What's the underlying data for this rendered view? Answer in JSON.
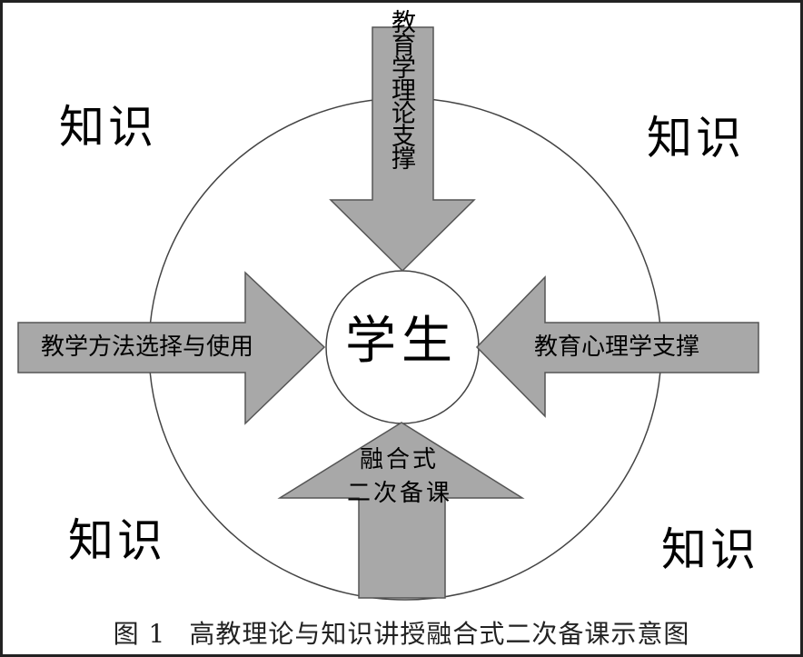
{
  "corners": {
    "top_left": "知识",
    "top_right": "知识",
    "bottom_left": "知识",
    "bottom_right": "知识"
  },
  "center": "学生",
  "arrows": {
    "top": "教育学理论支撑",
    "left": "教学方法选择与使用",
    "right": "教育心理学支撑",
    "bottom_line1": "融合式",
    "bottom_line2": "二次备课"
  },
  "caption": {
    "number": "图 1",
    "text": "高教理论与知识讲授融合式二次备课示意图"
  },
  "colors": {
    "arrow_fill": "#a8a8a8",
    "arrow_stroke": "#555555",
    "circle_stroke": "#444444"
  }
}
